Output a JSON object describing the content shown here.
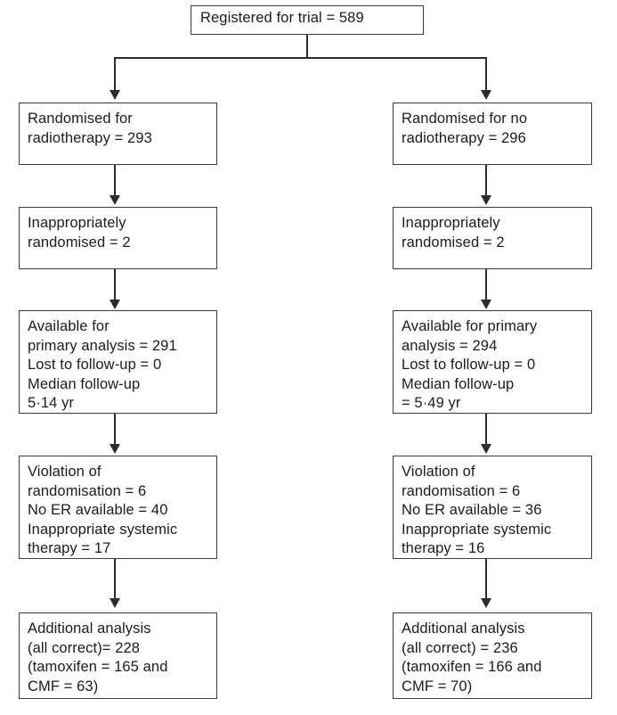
{
  "diagram": {
    "title": "CONSORT-style trial flow diagram",
    "stroke_color": "#3b3b3b",
    "connector_color": "#2b2b2b",
    "background_color": "#ffffff",
    "nodes": {
      "registered": "Registered for trial = 589",
      "left": {
        "randomised": "Randomised for\nradiotherapy = 293",
        "inappropriate": "Inappropriately\nrandomised = 2",
        "available": "Available for\nprimary analysis = 291\nLost to follow-up = 0\nMedian follow-up\n5·14 yr",
        "violation": "Violation of\nrandomisation = 6\nNo ER available = 40\nInappropriate systemic\ntherapy = 17",
        "additional": "Additional analysis\n(all correct)= 228\n(tamoxifen = 165 and\nCMF = 63)"
      },
      "right": {
        "randomised": "Randomised for no\nradiotherapy = 296",
        "inappropriate": "Inappropriately\nrandomised = 2",
        "available": "Available for primary\nanalysis = 294\nLost to follow-up = 0\nMedian follow-up\n= 5·49 yr",
        "violation": "Violation of\nrandomisation = 6\nNo ER available = 36\nInappropriate systemic\ntherapy = 16",
        "additional": "Additional analysis\n(all correct) = 236\n(tamoxifen = 166 and\nCMF = 70)"
      }
    }
  }
}
